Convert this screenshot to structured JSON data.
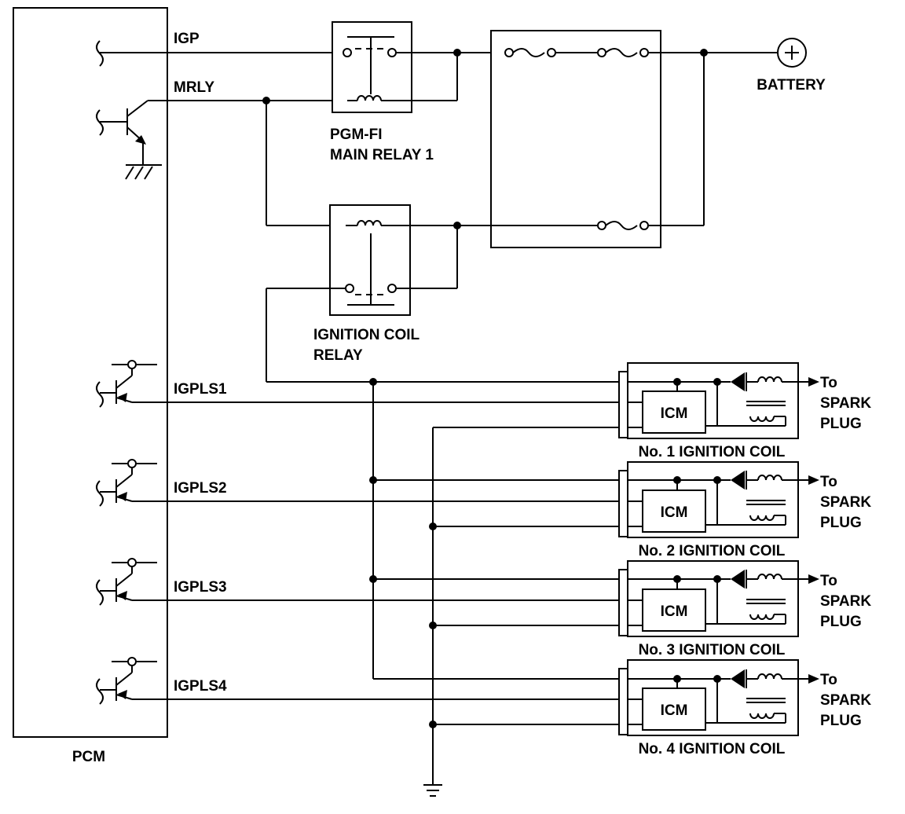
{
  "pcm": {
    "label": "PCM",
    "pins": {
      "igp": "IGP",
      "mrly": "MRLY",
      "igpls1": "IGPLS1",
      "igpls2": "IGPLS2",
      "igpls3": "IGPLS3",
      "igpls4": "IGPLS4"
    }
  },
  "battery": {
    "label": "BATTERY",
    "symbol": "+"
  },
  "main_relay": {
    "line1": "PGM-FI",
    "line2": "MAIN RELAY 1"
  },
  "coil_relay": {
    "line1": "IGNITION COIL",
    "line2": "RELAY"
  },
  "coils": [
    {
      "label": "No. 1 IGNITION COIL",
      "icm": "ICM",
      "out1": "To",
      "out2": "SPARK",
      "out3": "PLUG"
    },
    {
      "label": "No. 2 IGNITION COIL",
      "icm": "ICM",
      "out1": "To",
      "out2": "SPARK",
      "out3": "PLUG"
    },
    {
      "label": "No. 3 IGNITION COIL",
      "icm": "ICM",
      "out1": "To",
      "out2": "SPARK",
      "out3": "PLUG"
    },
    {
      "label": "No. 4 IGNITION COIL",
      "icm": "ICM",
      "out1": "To",
      "out2": "SPARK",
      "out3": "PLUG"
    }
  ]
}
